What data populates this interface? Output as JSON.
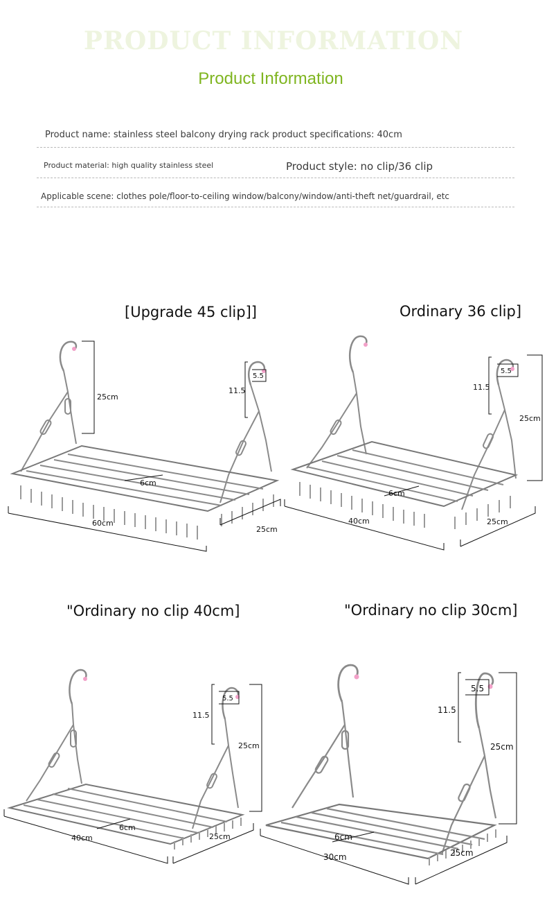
{
  "header": {
    "watermark": "PRODUCT INFORMATION",
    "title": "Product Information"
  },
  "info": {
    "line1": "Product name: stainless steel balcony drying rack product specifications: 40cm",
    "material": "Product material: high quality stainless steel",
    "style": "Product style: no clip/36 clip",
    "scene": "Applicable scene: clothes pole/floor-to-ceiling window/balcony/window/anti-theft net/guardrail, etc"
  },
  "products": [
    {
      "heading": "[Upgrade 45 clip]]",
      "dims": {
        "width": "60cm",
        "depth": "25cm",
        "gap": "6cm",
        "chain": "25cm",
        "hook": "11.5",
        "hook_top": "5.5"
      }
    },
    {
      "heading": "Ordinary 36 clip]",
      "dims": {
        "width": "40cm",
        "depth": "25cm",
        "gap": "6cm",
        "chain": "25cm",
        "hook": "11.5",
        "hook_top": "5.5"
      }
    },
    {
      "heading": "\"Ordinary no clip 40cm]",
      "dims": {
        "width": "40cm",
        "depth": "25cm",
        "gap": "6cm",
        "chain": "25cm",
        "hook": "11.5",
        "hook_top": "5.5"
      }
    },
    {
      "heading": "\"Ordinary no clip 30cm]",
      "dims": {
        "width": "30cm",
        "depth": "25cm",
        "gap": "6cm",
        "chain": "25cm",
        "hook": "11.5",
        "hook_top": "5.5"
      }
    }
  ]
}
